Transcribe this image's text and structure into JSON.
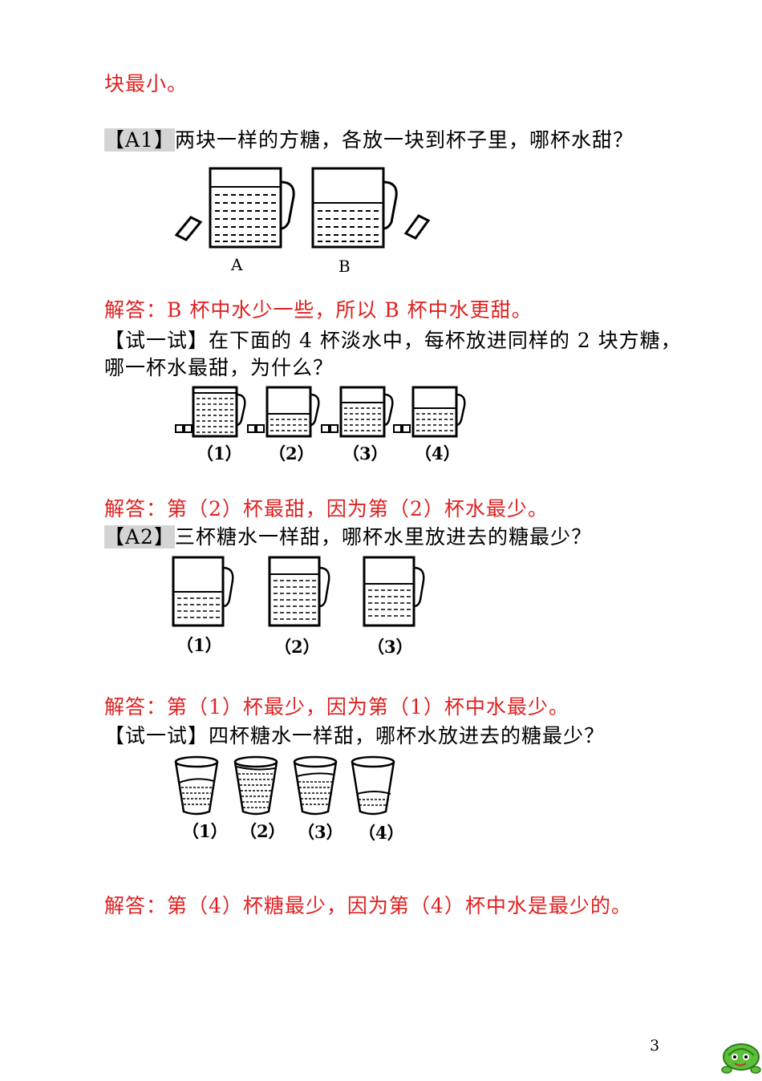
{
  "lines": {
    "l1": "块最小。",
    "a1_tag": "【A1】",
    "a1_q": "两块一样的方糖，各放一块到杯子里，哪杯水甜？",
    "a1_ans": "解答：B 杯中水少一些，所以 B 杯中水更甜。",
    "t1_tag": "【试一试】",
    "t1_q1": "在下面的 4 杯淡水中，每杯放进同样的 2 块方糖，",
    "t1_q2": "哪一杯水最甜，为什么？",
    "t1_ans": "解答：第（2）杯最甜，因为第（2）杯水最少。",
    "a2_tag": "【A2】",
    "a2_q": "三杯糖水一样甜，哪杯水里放进去的糖最少？",
    "a2_ans": "解答：第（1）杯最少，因为第（1）杯中水最少。",
    "t2_tag": "【试一试】",
    "t2_q": "四杯糖水一样甜，哪杯水放进去的糖最少？",
    "t2_ans": "解答：第（4）杯糖最少，因为第（4）杯中水是最少的。"
  },
  "figures": {
    "fig1_labels": [
      "A",
      "B"
    ],
    "fig2_labels": [
      "（1）",
      "（2）",
      "（3）",
      "（4）"
    ],
    "fig3_labels": [
      "（1）",
      "（2）",
      "（3）"
    ],
    "fig4_labels": [
      "（1）",
      "（2）",
      "（3）",
      "（4）"
    ]
  },
  "page_number": "3",
  "mascot_icon": "turtle-icon",
  "colors": {
    "answer": "#e02020",
    "tag_bg": "#d4d4d4",
    "mascot_green": "#5cbf3a"
  }
}
